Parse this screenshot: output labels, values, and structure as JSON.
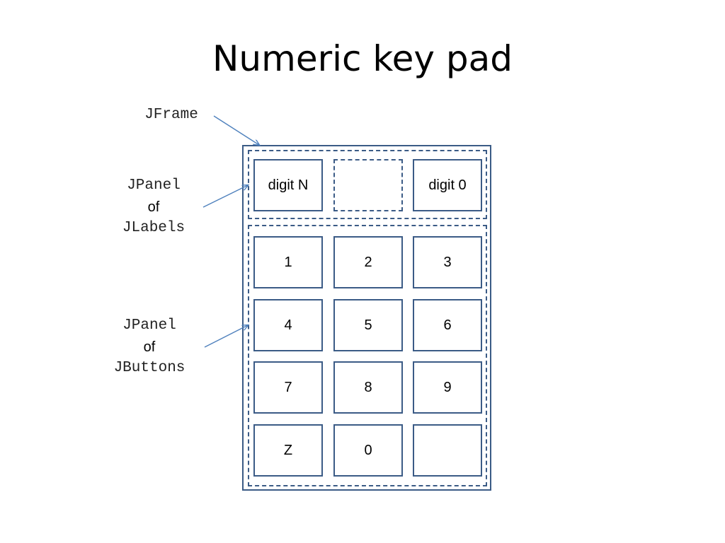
{
  "title": "Numeric key pad",
  "callouts": {
    "jframe": {
      "line1": "JFrame"
    },
    "label_panel": {
      "line1": "JPanel",
      "line2": "of",
      "line3": "JLabels"
    },
    "button_panel": {
      "line1": "JPanel",
      "line2": "of",
      "line3": "JButtons"
    }
  },
  "labels": [
    "digit N",
    "",
    "digit 0"
  ],
  "buttons": [
    "1",
    "2",
    "3",
    "4",
    "5",
    "6",
    "7",
    "8",
    "9",
    "Z",
    "0",
    ""
  ],
  "colors": {
    "outline": "#3b5b86",
    "arrow": "#4f81bd"
  }
}
